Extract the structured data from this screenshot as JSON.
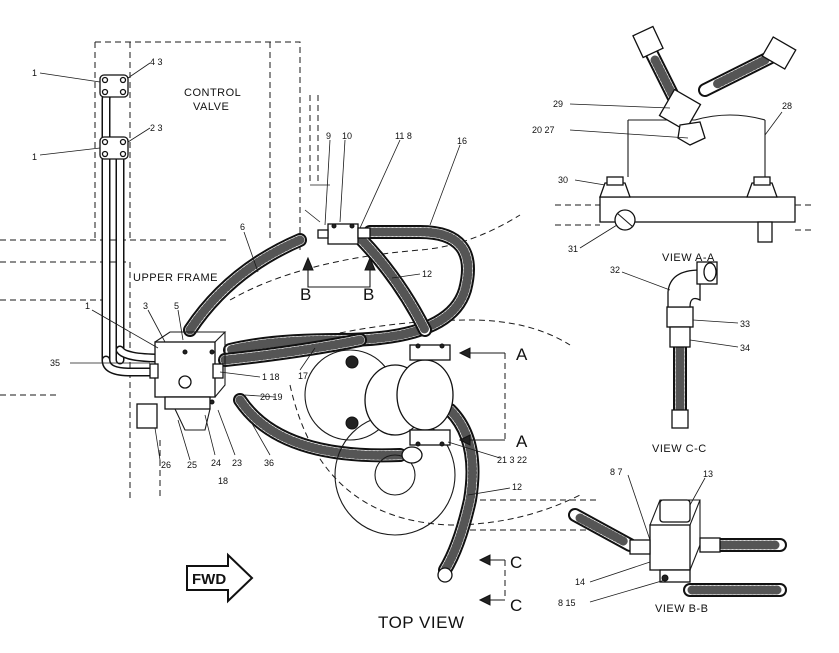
{
  "labels": {
    "control_valve_line1": "CONTROL",
    "control_valve_line2": "VALVE",
    "upper_frame": "UPPER FRAME",
    "top_view": "TOP VIEW",
    "view_aa": "VIEW A-A",
    "view_cc": "VIEW C-C",
    "view_bb": "VIEW B-B",
    "fwd": "FWD"
  },
  "section_letters": {
    "a": "A",
    "b": "B",
    "c": "C"
  },
  "callouts": {
    "c1a": "1",
    "c43": "4  3",
    "c1b": "1",
    "c23": "2  3",
    "c9": "9",
    "c10": "10",
    "c118a": "11  8",
    "c16": "16",
    "c6": "6",
    "c12a": "12",
    "c1c": "1",
    "c3": "3",
    "c5": "5",
    "c35": "35",
    "c118b": "1  18",
    "c17": "17",
    "c2019": "20  19",
    "c24": "24",
    "c23b": "23",
    "c26": "26",
    "c25": "25",
    "c18": "18",
    "c36": "36",
    "c21322": "21  3  22",
    "c12b": "12",
    "c29": "29",
    "c2027": "20  27",
    "c28": "28",
    "c30": "30",
    "c31": "31",
    "c32": "32",
    "c33": "33",
    "c34": "34",
    "c87": "8  7",
    "c13": "13",
    "c14": "14",
    "c815": "8  15"
  },
  "icons": {
    "fwd_arrow": "fwd-arrow-icon"
  }
}
